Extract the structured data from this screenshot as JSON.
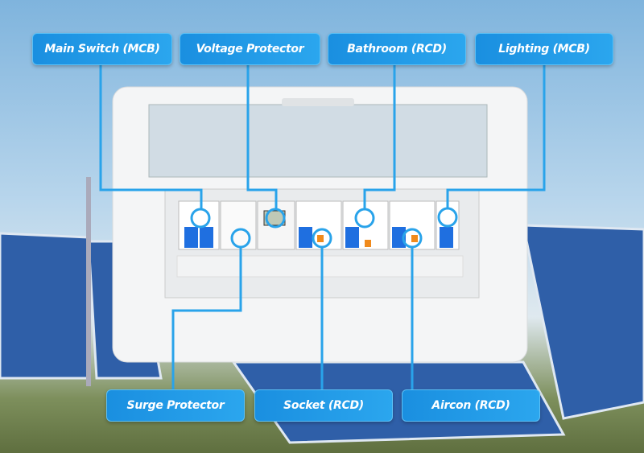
{
  "labels": {
    "main_switch": "Main Switch (MCB)",
    "voltage_protector": "Voltage Protector",
    "bathroom": "Bathroom (RCD)",
    "lighting": "Lighting (MCB)",
    "surge_protector": "Surge Protector",
    "socket": "Socket (RCD)",
    "aircon": "Aircon (RCD)"
  },
  "colors": {
    "accent": "#1a8fe0",
    "breaker": "#1f6fe0",
    "indicator": "#f08a1c"
  }
}
